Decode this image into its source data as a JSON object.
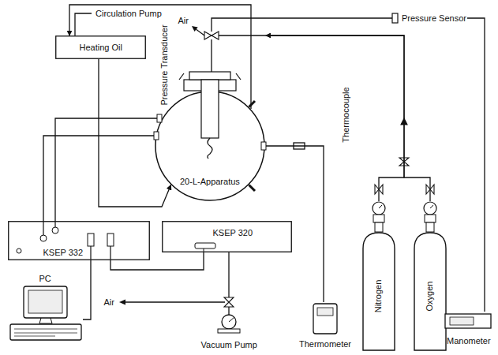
{
  "diagram": {
    "nodes": [
      {
        "text": [
          "Heating Oil"
        ]
      },
      {
        "text": [
          "20-L-Apparatus"
        ]
      },
      {
        "text": [
          "KSEP 332"
        ]
      },
      {
        "text": [
          "KSEP 320"
        ]
      },
      {
        "text": [
          "PC"
        ]
      },
      {
        "text": [
          "Vacuum Pump"
        ]
      },
      {
        "text": [
          "Thermometer"
        ]
      },
      {
        "text": [
          "Nitrogen"
        ]
      },
      {
        "text": [
          "Oxygen"
        ]
      },
      {
        "text": [
          "Manometer"
        ]
      },
      {
        "text": [
          "Pressure Sensor"
        ]
      }
    ],
    "edges": [
      {
        "from": 0,
        "to": 1,
        "arrow": "to"
      },
      {
        "from": 1,
        "to": 0,
        "arrow": "to"
      },
      {
        "from": 1,
        "to": 2,
        "arrow": "none"
      },
      {
        "from": 1,
        "to": 2,
        "arrow": "none"
      },
      {
        "from": 2,
        "to": 4,
        "arrow": "none"
      },
      {
        "from": 2,
        "to": 3,
        "arrow": "none"
      },
      {
        "from": 3,
        "to": 5,
        "arrow": "none"
      },
      {
        "from": 1,
        "to": 6,
        "arrow": "none"
      },
      {
        "from": 7,
        "to": 1,
        "arrow": "to"
      },
      {
        "from": 8,
        "to": 1,
        "arrow": "to"
      },
      {
        "from": 10,
        "to": 9,
        "arrow": "none"
      }
    ],
    "labels": [
      "Circulation Pump",
      "Air",
      "Pressure Transducer",
      "Thermocouple",
      "Air"
    ]
  }
}
